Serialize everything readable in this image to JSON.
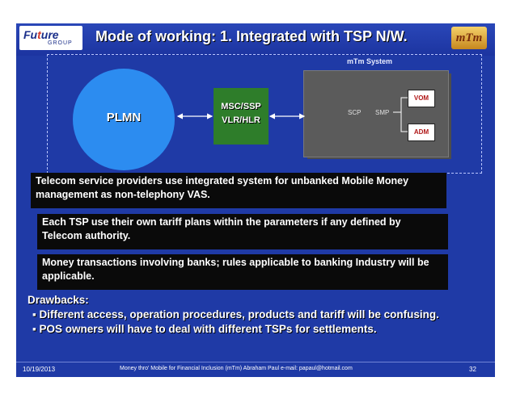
{
  "header": {
    "logo_left_text_a": "Fu",
    "logo_left_text_b": "t",
    "logo_left_text_c": "ure",
    "logo_left_sub": "GROUP",
    "title": "Mode of working: 1. Integrated with TSP N/W.",
    "logo_right": "mTm"
  },
  "diagram": {
    "plmn": "PLMN",
    "msc_line1": "MSC/SSP",
    "msc_line2": "VLR/HLR",
    "system_label": "mTm System",
    "scp": "SCP",
    "smp": "SMP",
    "vom": "VOM",
    "adm": "ADM"
  },
  "body": {
    "para1": "Telecom service providers use integrated system for unbanked Mobile Money management as non-telephony VAS.",
    "para2": "Each TSP use their own tariff plans within the parameters if any defined by Telecom authority.",
    "para3": "Money transactions involving banks; rules applicable to banking Industry will be applicable.",
    "drawbacks_title": "Drawbacks:",
    "drawback1": "▪ Different access, operation procedures, products and tariff will be confusing.",
    "drawback2": "▪ POS owners will have to deal with different TSPs for settlements."
  },
  "footer": {
    "date": "10/19/2013",
    "text": "Money thro' Mobile for Financial Inclusion (mTm) Abraham Paul   e-mail: papaul@hotmail.com",
    "page": "32"
  },
  "colors": {
    "slide_bg": "#1f3aa6",
    "plmn": "#2c8cf0",
    "msc": "#2e7d2a",
    "mtm_box": "#5b5b5b",
    "text_box": "#0a0a0a"
  }
}
